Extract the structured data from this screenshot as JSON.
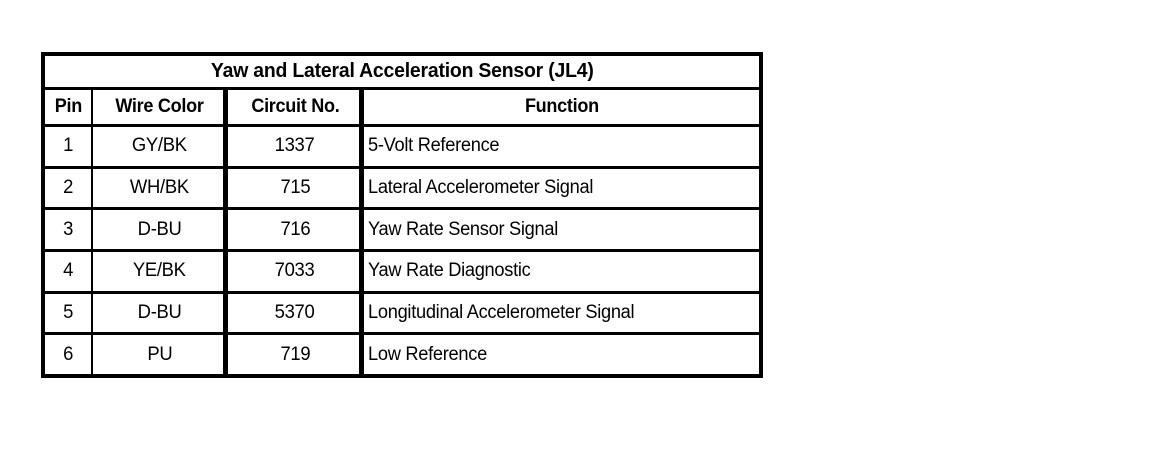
{
  "table": {
    "title": "Yaw and Lateral Acceleration Sensor (JL4)",
    "columns": [
      {
        "key": "pin",
        "label": "Pin"
      },
      {
        "key": "wire_color",
        "label": "Wire Color"
      },
      {
        "key": "circuit_no",
        "label": "Circuit No."
      },
      {
        "key": "function",
        "label": "Function"
      }
    ],
    "rows": [
      {
        "pin": "1",
        "wire_color": "GY/BK",
        "circuit_no": "1337",
        "function": "5-Volt Reference"
      },
      {
        "pin": "2",
        "wire_color": "WH/BK",
        "circuit_no": "715",
        "function": "Lateral Accelerometer Signal"
      },
      {
        "pin": "3",
        "wire_color": "D-BU",
        "circuit_no": "716",
        "function": "Yaw Rate Sensor Signal"
      },
      {
        "pin": "4",
        "wire_color": "YE/BK",
        "circuit_no": "7033",
        "function": "Yaw Rate Diagnostic"
      },
      {
        "pin": "5",
        "wire_color": "D-BU",
        "circuit_no": "5370",
        "function": "Longitudinal Accelerometer Signal"
      },
      {
        "pin": "6",
        "wire_color": "PU",
        "circuit_no": "719",
        "function": "Low Reference"
      }
    ]
  },
  "colors": {
    "background": "#ffffff",
    "border": "#000000",
    "text": "#000000"
  }
}
